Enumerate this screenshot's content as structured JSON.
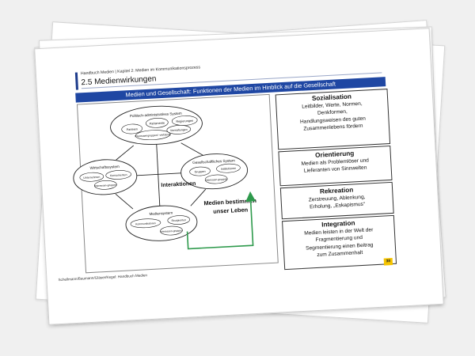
{
  "slide": {
    "breadcrumb": "Handbuch Medien | Kapitel 2: Medien im Kommunikationsprozess",
    "section_title": "2.5  Medienwirkungen",
    "banner": "Medien und Gesellschaft: Funktionen der Medien im Hinblick auf die Gesellschaft",
    "footer": "Schellmann/Baumann/Gläser/Kegel: Handbuch Medien",
    "page_number": "38"
  },
  "diagram": {
    "systems": {
      "political": {
        "label": "Politisch-administratives System",
        "items": [
          "Parteien",
          "Parlamente",
          "Regierungen",
          "Interessengruppen/ -verbände",
          "Verwaltungen"
        ]
      },
      "economic": {
        "label": "Wirtschaftssystem",
        "items": [
          "Unternehmen",
          "Konsumenten",
          "Interessen-gruppen"
        ]
      },
      "social": {
        "label": "Gesellschaftliches System",
        "items": [
          "Gruppen",
          "Institutionen",
          "Interessen-gruppen"
        ]
      },
      "media": {
        "label": "Mediensystem",
        "items": [
          "Kommunikatoren",
          "Rezipienten",
          "Interessen-gruppen"
        ]
      }
    },
    "center_label": "Interaktionen",
    "annotation": [
      "Medien bestimmen",
      "unser Leben"
    ],
    "colors": {
      "arrow": "#2e9a4c",
      "banner": "#1f47a3",
      "page_badge": "#f5c400"
    }
  },
  "functions": [
    {
      "title": "Sozialisation",
      "lines": [
        "Leitbilder, Werte, Normen,",
        "Denkformen,",
        "Handlungsweisen des guten",
        "Zusammenlebens fördern"
      ]
    },
    {
      "title": "Orientierung",
      "lines": [
        "Medien als Problemlöser und",
        "Lieferanten von Sinnwelten"
      ]
    },
    {
      "title": "Rekreation",
      "lines": [
        "Zerstreuung, Ablenkung,",
        "Erholung, „Eskapismus“"
      ]
    },
    {
      "title": "Integration",
      "lines": [
        "Medien leisten in der Welt der",
        "Fragmentierung und",
        "Segmentierung einen Beitrag",
        "zum Zusammenhalt"
      ]
    }
  ]
}
